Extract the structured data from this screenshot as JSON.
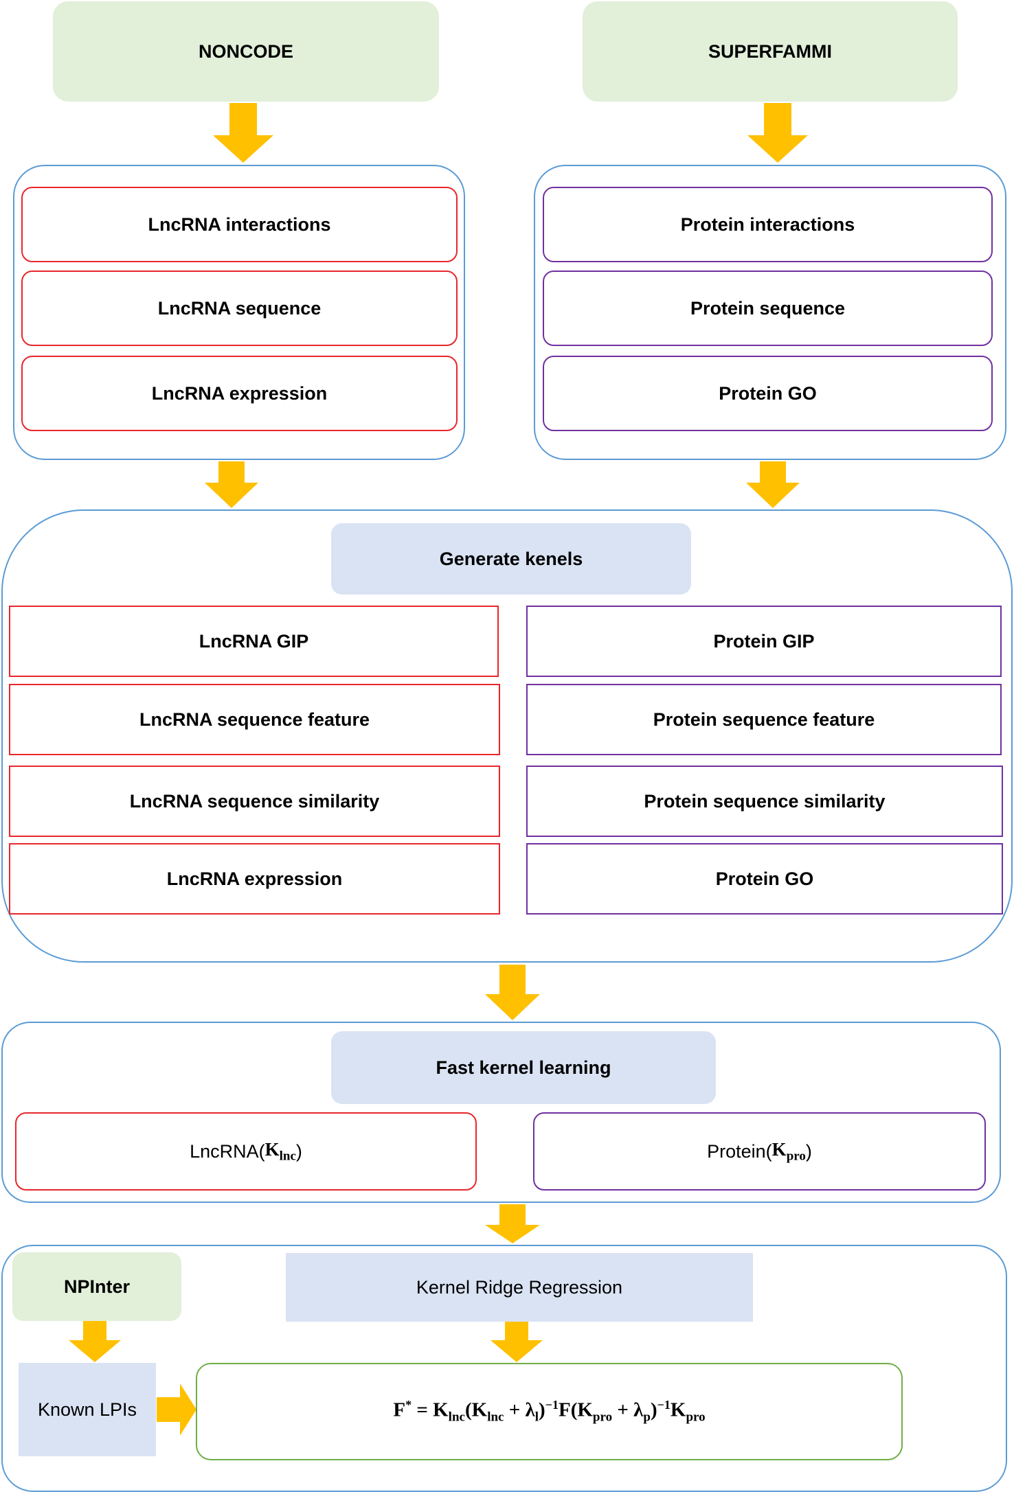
{
  "sources": {
    "noncode": "NONCODE",
    "superfammi": "SUPERFAMMI",
    "npinter": "NPInter"
  },
  "lncrna_data": [
    "LncRNA interactions",
    "LncRNA sequence",
    "LncRNA expression"
  ],
  "protein_data": [
    "Protein interactions",
    "Protein sequence",
    "Protein GO"
  ],
  "generate": {
    "title": "Generate kenels",
    "lncrna_kernels": [
      "LncRNA GIP",
      "LncRNA sequence feature",
      "LncRNA sequence similarity",
      "LncRNA expression"
    ],
    "protein_kernels": [
      "Protein GIP",
      "Protein sequence feature",
      "Protein sequence similarity",
      "Protein GO"
    ]
  },
  "fkl": {
    "title": "Fast kernel learning",
    "lncrna_label": "LncRNA(",
    "lncrna_sub": "lnc",
    "protein_label": "Protein(",
    "protein_sub": "pro",
    "k_symbol": "K",
    "close_paren": ")"
  },
  "krr": {
    "title": "Kernel Ridge Regression",
    "known": "Known LPIs",
    "formula": {
      "lhs": "F",
      "star": "*",
      "eq": " = ",
      "k": "K",
      "lnc": "lnc",
      "pro": "pro",
      "lambda": "λ",
      "l": "l",
      "p": "p",
      "inv": "−1",
      "f": "F",
      "plus": " + ",
      "open": "(",
      "close": ")"
    }
  },
  "colors": {
    "arrow": "#ffc000",
    "group_border": "#5b9bd5",
    "lncrna_border": "#e8262a",
    "protein_border": "#7030a0",
    "source_fill": "#e2efd9",
    "header_fill": "#dae3f3",
    "formula_border": "#70ad47"
  }
}
